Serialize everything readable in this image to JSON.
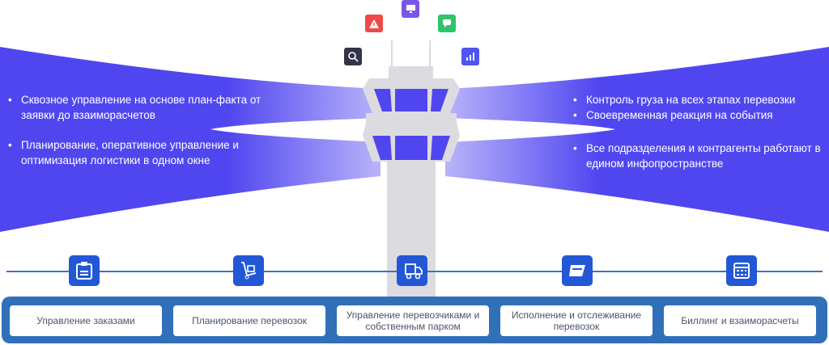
{
  "left_points": [
    "Сквозное управление на основе план-факта от заявки до взаиморасчетов",
    "Планирование, оперативное управление и оптимизация логистики в одном окне"
  ],
  "right_points_top": [
    "Контроль груза на всех этапах перевозки",
    "Своевременная реакция на события"
  ],
  "right_points_bottom": [
    "Все подразделения и контрагенты работают в едином инфопространстве"
  ],
  "top_icons": [
    "search-icon",
    "warning-icon",
    "monitor-icon",
    "chat-icon",
    "chart-icon"
  ],
  "process": [
    {
      "icon": "clipboard-icon",
      "label": "Управление заказами"
    },
    {
      "icon": "cart-icon",
      "label": "Планирование перевозок"
    },
    {
      "icon": "truck-icon",
      "label": "Управление перевозчиками и собственным парком"
    },
    {
      "icon": "mail-icon",
      "label": "Исполнение и отслеживание перевозок"
    },
    {
      "icon": "calendar-icon",
      "label": "Биллинг и взаиморасчеты"
    }
  ],
  "colors": {
    "purple": "#5046F0",
    "blue": "#3070B8",
    "icon_blue": "#2257D6",
    "tower": "#DCDCE0"
  }
}
